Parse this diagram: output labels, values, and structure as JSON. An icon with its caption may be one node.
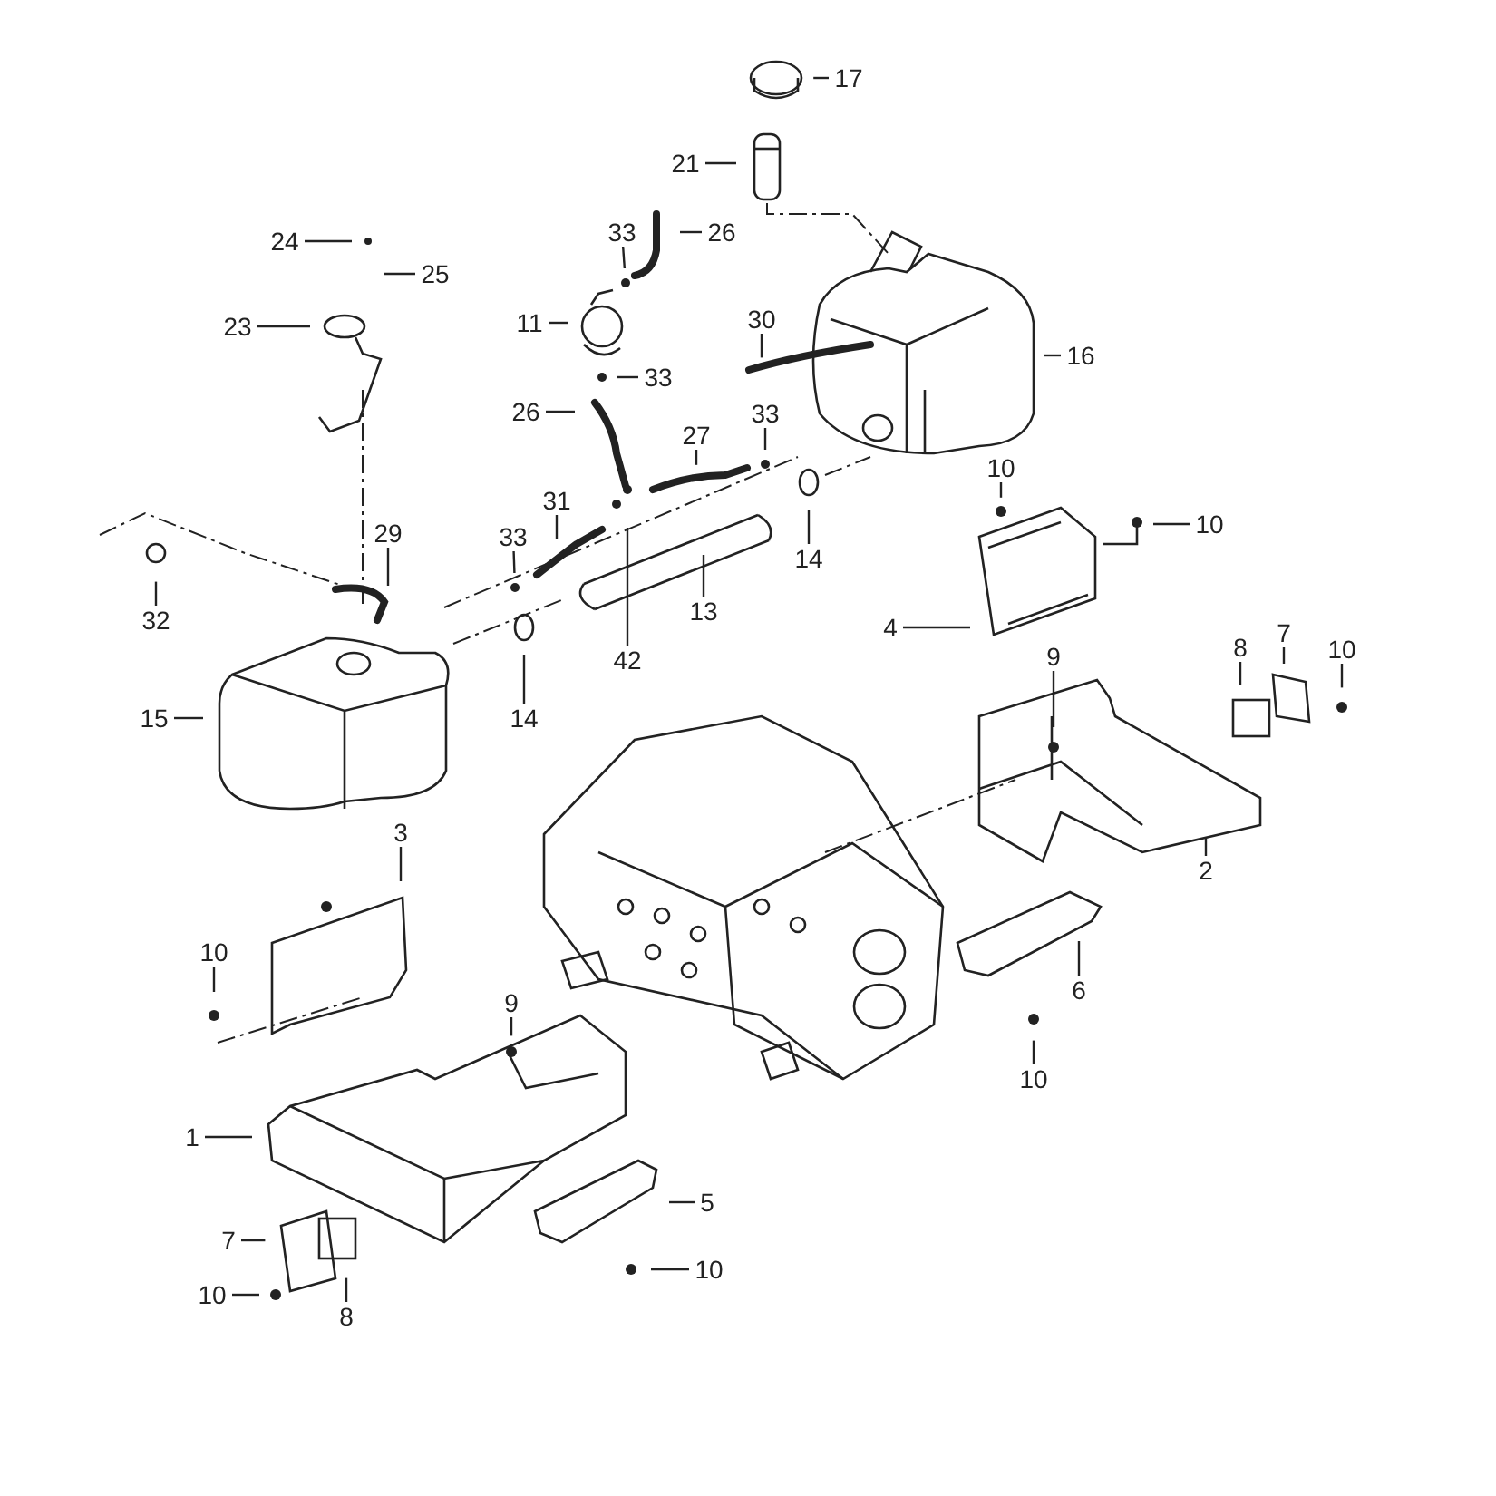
{
  "diagram": {
    "nodes": [
      {
        "text": [
          "17"
        ]
      },
      {
        "text": [
          "21"
        ]
      },
      {
        "text": [
          "24"
        ]
      },
      {
        "text": [
          "25"
        ]
      },
      {
        "text": [
          "23"
        ]
      },
      {
        "text": [
          "33"
        ]
      },
      {
        "text": [
          "26"
        ]
      },
      {
        "text": [
          "11"
        ]
      },
      {
        "text": [
          "33"
        ]
      },
      {
        "text": [
          "26"
        ]
      },
      {
        "text": [
          "30"
        ]
      },
      {
        "text": [
          "16"
        ]
      },
      {
        "text": [
          "27"
        ]
      },
      {
        "text": [
          "33"
        ]
      },
      {
        "text": [
          "31"
        ]
      },
      {
        "text": [
          "33"
        ]
      },
      {
        "text": [
          "29"
        ]
      },
      {
        "text": [
          "32"
        ]
      },
      {
        "text": [
          "15"
        ]
      },
      {
        "text": [
          "14"
        ]
      },
      {
        "text": [
          "14"
        ]
      },
      {
        "text": [
          "42"
        ]
      },
      {
        "text": [
          "13"
        ]
      },
      {
        "text": [
          "10"
        ]
      },
      {
        "text": [
          "10"
        ]
      },
      {
        "text": [
          "4"
        ]
      },
      {
        "text": [
          "9"
        ]
      },
      {
        "text": [
          "8"
        ]
      },
      {
        "text": [
          "7"
        ]
      },
      {
        "text": [
          "10"
        ]
      },
      {
        "text": [
          "2"
        ]
      },
      {
        "text": [
          "3"
        ]
      },
      {
        "text": [
          "10"
        ]
      },
      {
        "text": [
          "9"
        ]
      },
      {
        "text": [
          "1"
        ]
      },
      {
        "text": [
          "6"
        ]
      },
      {
        "text": [
          "10"
        ]
      },
      {
        "text": [
          "5"
        ]
      },
      {
        "text": [
          "10"
        ]
      },
      {
        "text": [
          "7"
        ]
      },
      {
        "text": [
          "10"
        ]
      },
      {
        "text": [
          "8"
        ]
      }
    ],
    "edges": [
      {
        "from": 0,
        "to": null,
        "arrow": "none"
      },
      {
        "from": 1,
        "to": null,
        "arrow": "none"
      },
      {
        "from": 2,
        "to": null,
        "arrow": "none"
      },
      {
        "from": 3,
        "to": null,
        "arrow": "none"
      },
      {
        "from": 4,
        "to": null,
        "arrow": "none"
      },
      {
        "from": 5,
        "to": null,
        "arrow": "none"
      },
      {
        "from": 6,
        "to": null,
        "arrow": "none"
      },
      {
        "from": 7,
        "to": null,
        "arrow": "none"
      },
      {
        "from": 8,
        "to": null,
        "arrow": "none"
      },
      {
        "from": 9,
        "to": null,
        "arrow": "none"
      },
      {
        "from": 10,
        "to": null,
        "arrow": "none"
      },
      {
        "from": 11,
        "to": null,
        "arrow": "none"
      },
      {
        "from": 12,
        "to": null,
        "arrow": "none"
      },
      {
        "from": 13,
        "to": null,
        "arrow": "none"
      },
      {
        "from": 14,
        "to": null,
        "arrow": "none"
      },
      {
        "from": 15,
        "to": null,
        "arrow": "none"
      },
      {
        "from": 16,
        "to": null,
        "arrow": "none"
      },
      {
        "from": 17,
        "to": null,
        "arrow": "none"
      },
      {
        "from": 18,
        "to": null,
        "arrow": "none"
      },
      {
        "from": 19,
        "to": null,
        "arrow": "none"
      },
      {
        "from": 20,
        "to": null,
        "arrow": "none"
      },
      {
        "from": 21,
        "to": null,
        "arrow": "none"
      },
      {
        "from": 22,
        "to": null,
        "arrow": "none"
      },
      {
        "from": 23,
        "to": null,
        "arrow": "none"
      },
      {
        "from": 24,
        "to": null,
        "arrow": "none"
      },
      {
        "from": 25,
        "to": null,
        "arrow": "none"
      },
      {
        "from": 26,
        "to": null,
        "arrow": "none"
      },
      {
        "from": 27,
        "to": null,
        "arrow": "none"
      },
      {
        "from": 28,
        "to": null,
        "arrow": "none"
      },
      {
        "from": 29,
        "to": null,
        "arrow": "none"
      },
      {
        "from": 30,
        "to": null,
        "arrow": "none"
      },
      {
        "from": 31,
        "to": null,
        "arrow": "none"
      },
      {
        "from": 32,
        "to": null,
        "arrow": "none"
      },
      {
        "from": 33,
        "to": null,
        "arrow": "none"
      },
      {
        "from": 34,
        "to": null,
        "arrow": "none"
      },
      {
        "from": 35,
        "to": null,
        "arrow": "none"
      },
      {
        "from": 36,
        "to": null,
        "arrow": "none"
      },
      {
        "from": 37,
        "to": null,
        "arrow": "none"
      },
      {
        "from": 38,
        "to": null,
        "arrow": "none"
      },
      {
        "from": 39,
        "to": null,
        "arrow": "none"
      },
      {
        "from": 40,
        "to": null,
        "arrow": "none"
      },
      {
        "from": 41,
        "to": null,
        "arrow": "none"
      }
    ]
  }
}
